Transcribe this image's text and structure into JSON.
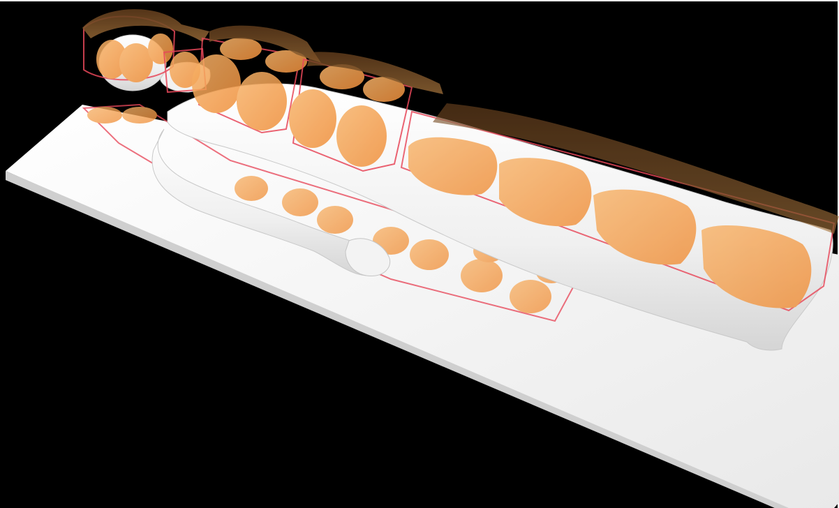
{
  "scene": {
    "background_color": "#000000",
    "board_color": "#f4f4f4",
    "body_color": "#f2f2f2",
    "pad_fill_color": "#f5a04a",
    "pad_outline_color": "#e8485a",
    "pad_top_color": "#8a5a2e",
    "objects": [
      "white-board",
      "human-body-figure",
      "heat-pads",
      "pad-groups"
    ]
  }
}
